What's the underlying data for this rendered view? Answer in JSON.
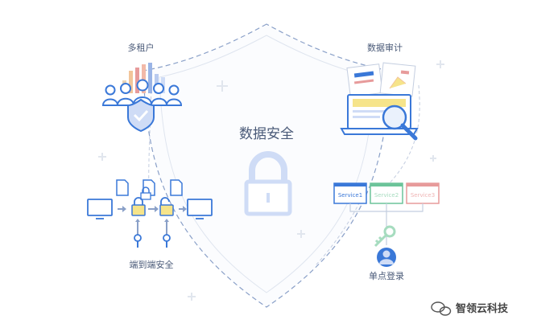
{
  "center": {
    "title": "数据安全"
  },
  "sections": {
    "multi_tenant": "多租户",
    "data_audit": "数据审计",
    "end_to_end": "端到端安全",
    "sso": "单点登录"
  },
  "services": [
    "Service1",
    "Service2",
    "Service3"
  ],
  "watermark": {
    "brand": "智领云科技"
  },
  "colors": {
    "primary": "#3a78d8",
    "shield_line": "#7a95c4",
    "green": "#6cc49a",
    "red": "#e79b9b",
    "yellow": "#f6e48a",
    "light_blue": "#cfdcf6"
  }
}
